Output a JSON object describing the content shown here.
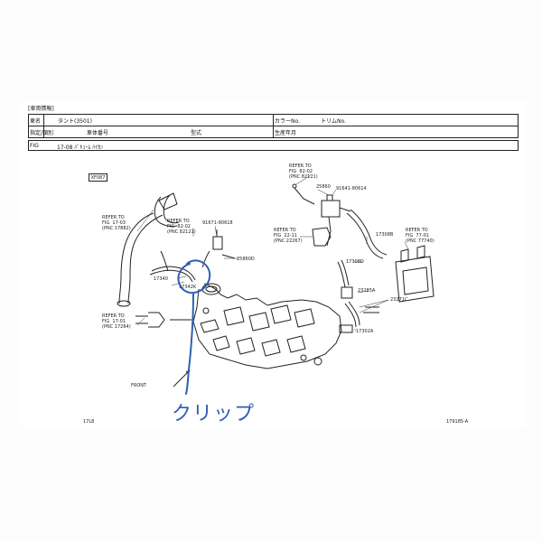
{
  "header": {
    "section_title": "[車両情報]",
    "row1": {
      "car_name_label": "車名",
      "car_name_value": "タント(3501)",
      "color_label": "カラーNo.",
      "trim_label": "トリムNo."
    },
    "row2": {
      "designation_label": "指定/類別",
      "vin_label": "車体番号",
      "model_label": "型式",
      "production_label": "生産年月"
    }
  },
  "figure": {
    "fig_label": "FIG",
    "fig_title": "17-08 ﾊﾞｷｭｰﾑ ﾊｲｶﾝ",
    "diagram_tag": "XF087"
  },
  "references": {
    "ref_17_03": "REFER TO\nFIG  17-03\n(PNC 17882)",
    "ref_82_02_left": "REFER TO\nFIG  82-02\n(PNC 82121)",
    "ref_82_02_top": "REFER TO\nFIG  82-02\n(PNC 82121)",
    "ref_22_11": "REFER TO\nFIG  22-11\n(PNC 22267)",
    "ref_77_01": "REFER TO\nFIG  77-01\n(PNC 77740)",
    "ref_17_01": "REFER TO\nFIG  17-01\n(PNC 17264)"
  },
  "parts": {
    "p91671": "91671-80618",
    "p25860D": "25860D",
    "p17340": "17340",
    "p17342K": "17342K",
    "p25860": "25860",
    "p91641": "91641-80614",
    "p17308B": "17308B",
    "p17308D": "17308D",
    "p23285A": "23285A",
    "p23271C": "23271C",
    "p17302A": "17302A"
  },
  "footer": {
    "front_label": "FRONT",
    "left_code": "17L8",
    "right_code": "179185-A"
  },
  "annotation": {
    "handwritten_text": "クリップ",
    "color": "#2f5fb3"
  }
}
